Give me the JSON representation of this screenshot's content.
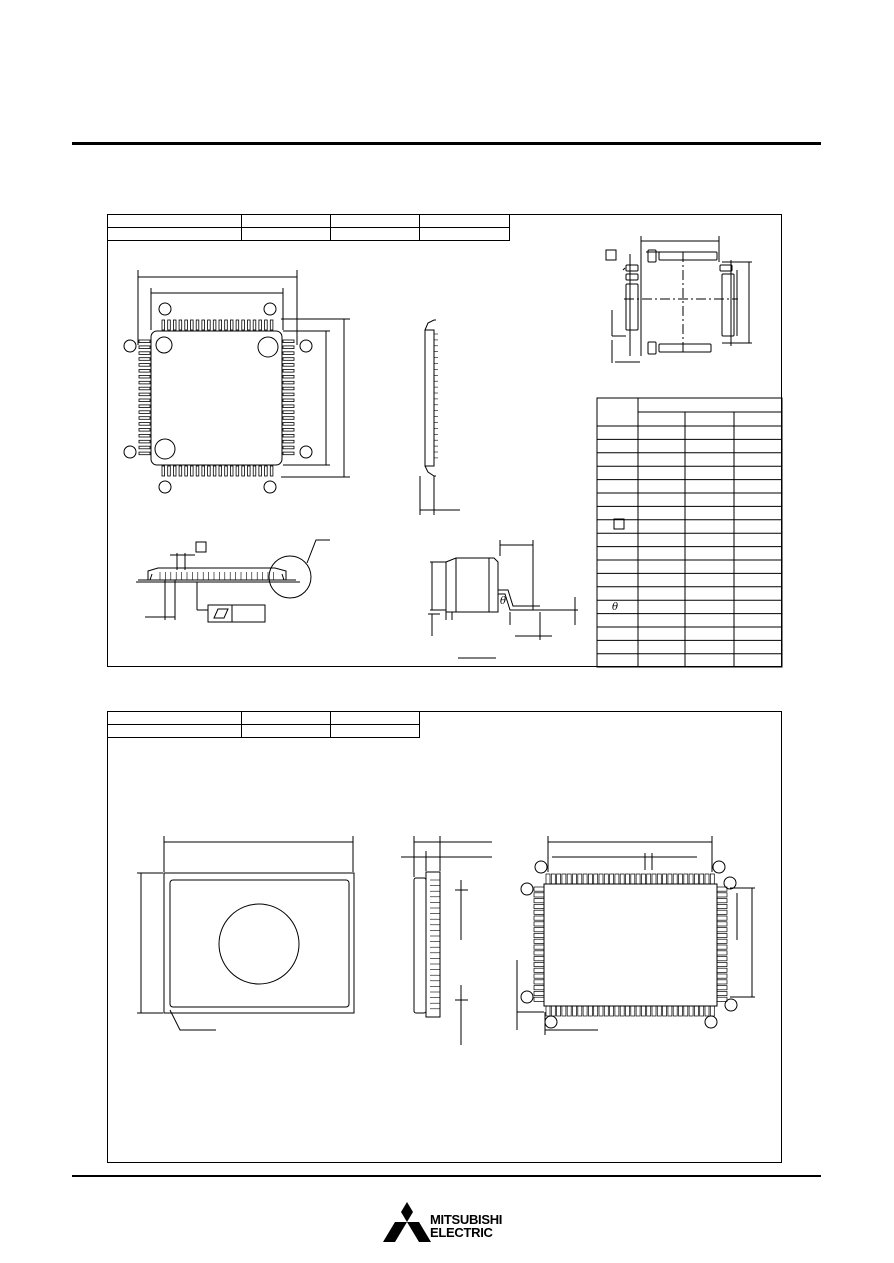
{
  "document": {
    "brand_name_line1": "MITSUBISHI",
    "brand_name_line2": "ELECTRIC",
    "theta_symbol": "θ"
  },
  "colors": {
    "ink": "#000000",
    "paper": "#ffffff"
  },
  "icons": {
    "logo": "three-diamond-logo-icon"
  }
}
